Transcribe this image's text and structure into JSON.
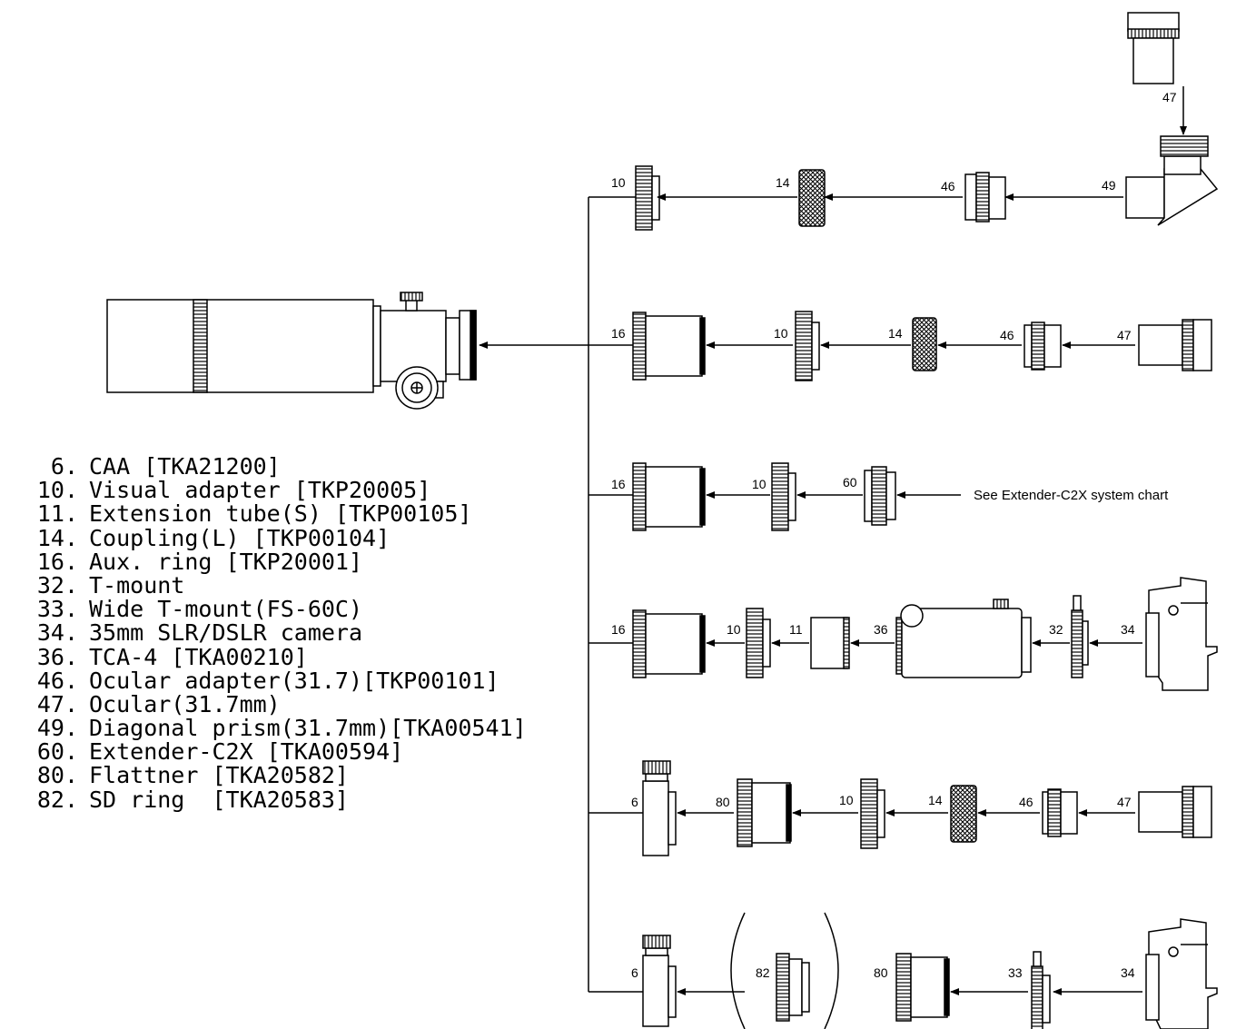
{
  "legend": [
    {
      "num": "6.",
      "text": "CAA [TKA21200]"
    },
    {
      "num": "10.",
      "text": "Visual adapter [TKP20005]"
    },
    {
      "num": "11.",
      "text": "Extension tube(S) [TKP00105]"
    },
    {
      "num": "14.",
      "text": "Coupling(L) [TKP00104]"
    },
    {
      "num": "16.",
      "text": "Aux. ring [TKP20001]"
    },
    {
      "num": "32.",
      "text": "T-mount"
    },
    {
      "num": "33.",
      "text": "Wide T-mount(FS-60C)"
    },
    {
      "num": "34.",
      "text": "35mm SLR/DSLR camera"
    },
    {
      "num": "36.",
      "text": "TCA-4 [TKA00210]"
    },
    {
      "num": "46.",
      "text": "Ocular adapter(31.7)[TKP00101]"
    },
    {
      "num": "47.",
      "text": "Ocular(31.7mm)"
    },
    {
      "num": "49.",
      "text": "Diagonal prism(31.7mm)[TKA00541]"
    },
    {
      "num": "60.",
      "text": "Extender-C2X [TKA00594]"
    },
    {
      "num": "80.",
      "text": "Flattner [TKA20582]"
    },
    {
      "num": "82.",
      "text": "SD ring  [TKA20583]"
    }
  ],
  "reference_note": "See Extender-C2X system chart",
  "rows": [
    {
      "id": "row1",
      "labels": [
        "10",
        "14",
        "46",
        "49",
        "47"
      ]
    },
    {
      "id": "row2",
      "labels": [
        "16",
        "10",
        "14",
        "46",
        "47"
      ]
    },
    {
      "id": "row3",
      "labels": [
        "16",
        "10",
        "60"
      ]
    },
    {
      "id": "row4",
      "labels": [
        "16",
        "10",
        "11",
        "36",
        "32",
        "34"
      ]
    },
    {
      "id": "row5",
      "labels": [
        "6",
        "80",
        "10",
        "14",
        "46",
        "47"
      ]
    },
    {
      "id": "row6",
      "labels": [
        "6",
        "82",
        "80",
        "33",
        "34"
      ]
    }
  ]
}
